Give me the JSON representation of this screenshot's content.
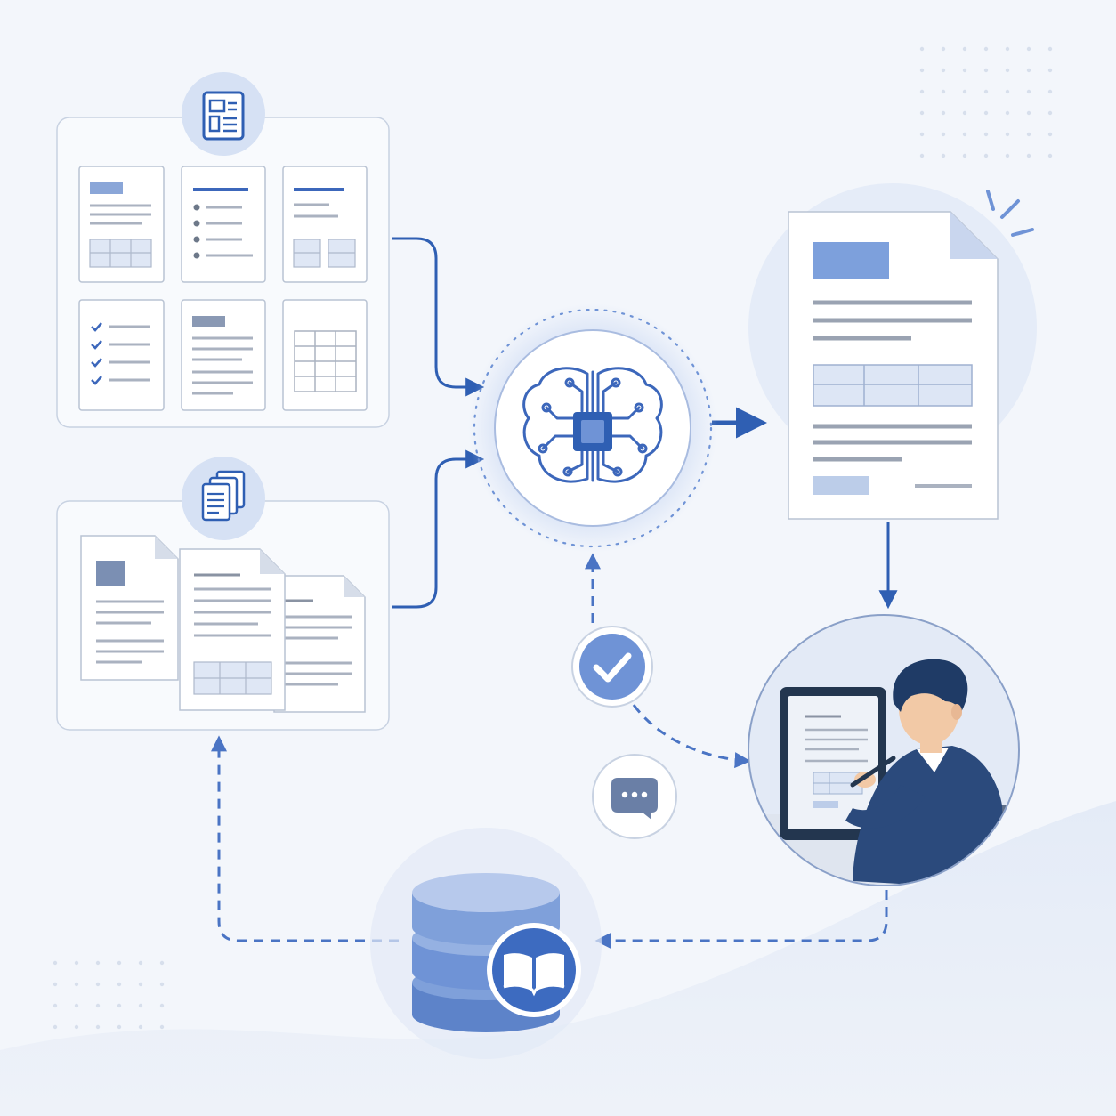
{
  "diagram": {
    "nodes": [
      {
        "id": "template-library",
        "icon": "layout-template-icon",
        "items": [
          "report-page",
          "bullet-list-page",
          "form-page",
          "checklist-page",
          "text-page",
          "grid-page"
        ]
      },
      {
        "id": "source-documents",
        "icon": "documents-stack-icon",
        "items": [
          "document-1",
          "document-2",
          "document-3"
        ]
      },
      {
        "id": "ai-engine",
        "icon": "brain-chip-icon"
      },
      {
        "id": "generated-document",
        "icon": "document-icon"
      },
      {
        "id": "human-reviewer",
        "icon": "person-at-monitor-icon"
      },
      {
        "id": "knowledge-base",
        "icon": "database-book-icon"
      },
      {
        "id": "approval",
        "icon": "check-icon"
      },
      {
        "id": "feedback",
        "icon": "chat-bubble-icon"
      }
    ],
    "edges": [
      {
        "from": "template-library",
        "to": "ai-engine",
        "style": "solid"
      },
      {
        "from": "source-documents",
        "to": "ai-engine",
        "style": "solid"
      },
      {
        "from": "ai-engine",
        "to": "generated-document",
        "style": "solid"
      },
      {
        "from": "generated-document",
        "to": "human-reviewer",
        "style": "solid"
      },
      {
        "from": "approval",
        "to": "ai-engine",
        "style": "dashed"
      },
      {
        "from": "approval",
        "to": "human-reviewer",
        "style": "dashed"
      },
      {
        "from": "human-reviewer",
        "to": "knowledge-base",
        "style": "dashed"
      },
      {
        "from": "knowledge-base",
        "to": "source-documents",
        "style": "dashed"
      }
    ]
  },
  "colors": {
    "background": "#f3f6fb",
    "primary": "#2f5fb3",
    "accent": "#6f93d6",
    "light-accent": "#dbe5f6",
    "line-gray": "#9aa3b2",
    "card-border": "#c8d2e2",
    "navy": "#1f3b66"
  }
}
